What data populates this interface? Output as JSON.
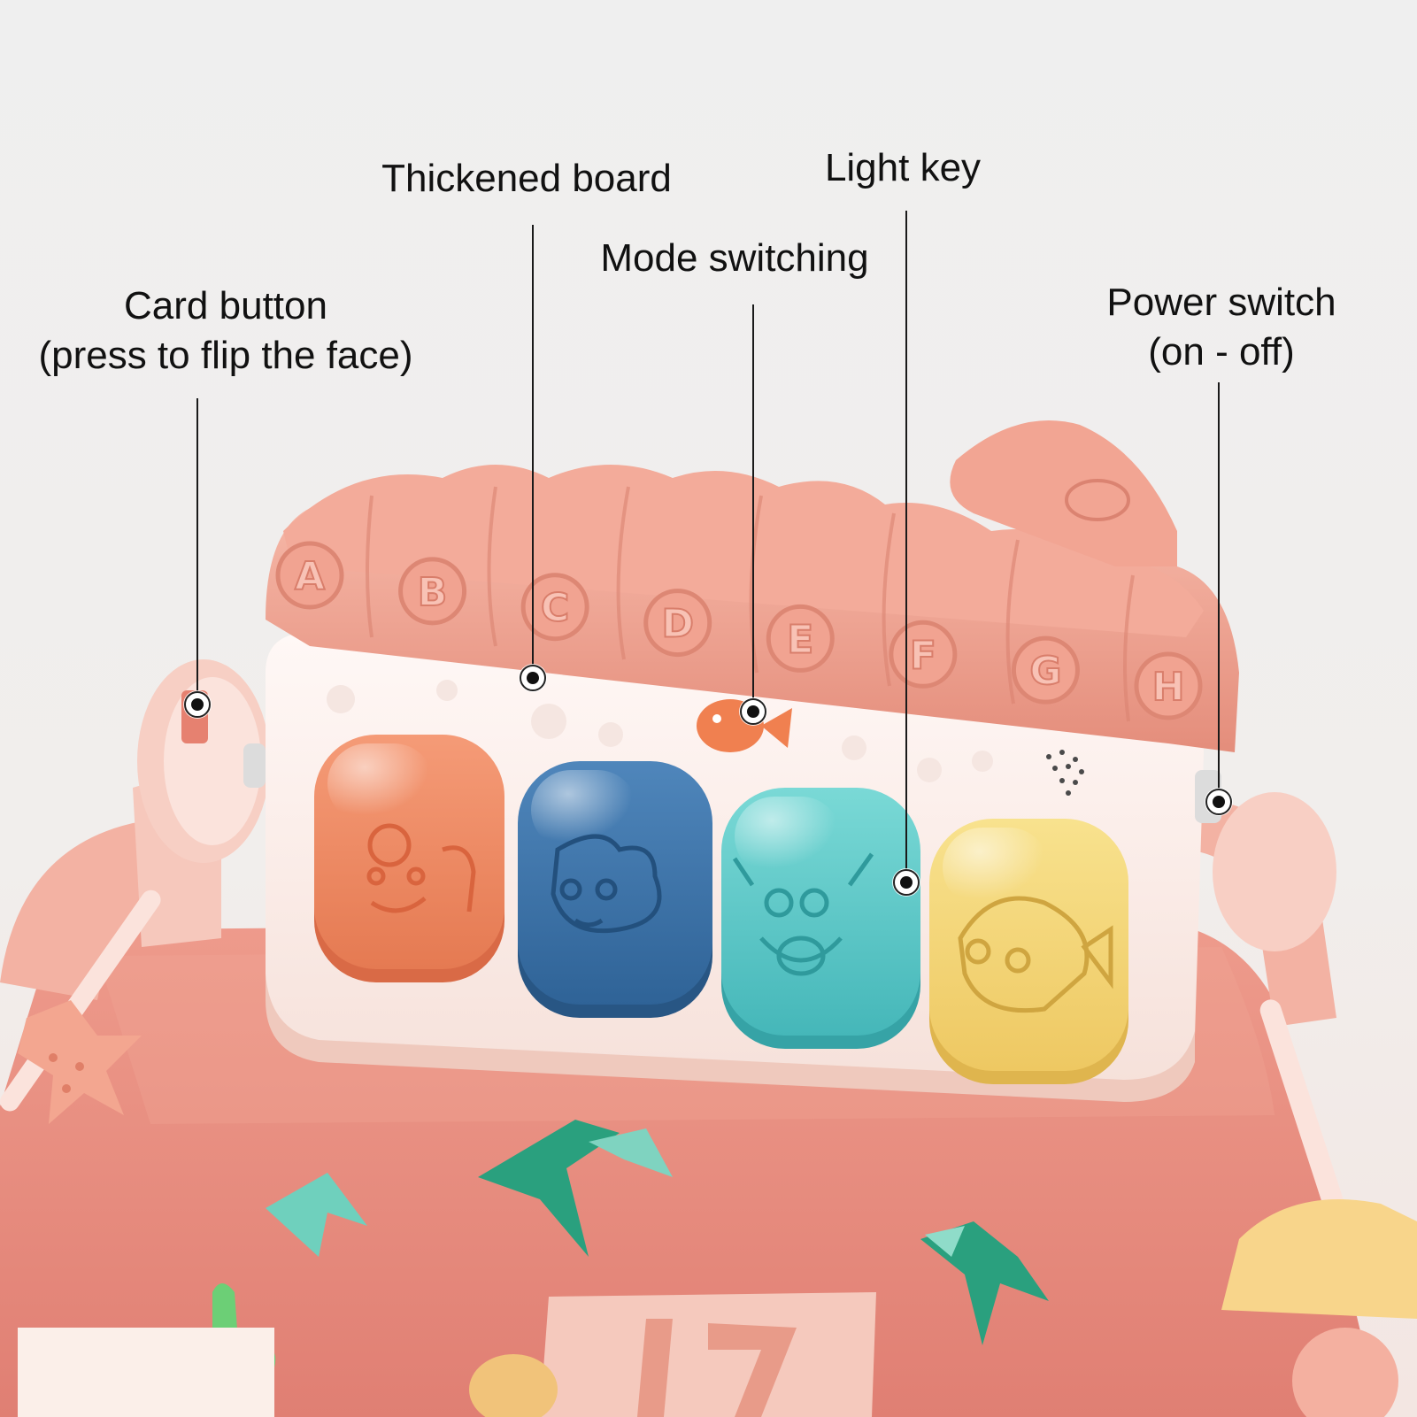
{
  "callouts": {
    "card_button": {
      "line1": "Card button",
      "line2": "(press to flip the face)"
    },
    "thickened_board": {
      "text": "Thickened board"
    },
    "mode_switching": {
      "text": "Mode switching"
    },
    "light_key": {
      "text": "Light key"
    },
    "power_switch": {
      "line1": "Power switch",
      "line2": "(on - off)"
    }
  },
  "piano_keys": [
    "A",
    "B",
    "C",
    "D",
    "E",
    "F",
    "G",
    "H"
  ],
  "colors": {
    "background_top": "#eeeeee",
    "roof": "#ec9d8c",
    "body": "#fbeee9",
    "button_orange": "#ef8a63",
    "button_blue": "#3e73a8",
    "button_teal": "#5cc8c8",
    "button_yellow": "#f3d77a",
    "mat": "#e68a7e",
    "leaf": "#2aa07e"
  },
  "icons": [
    "octopus-face-icon",
    "starfish-face-icon",
    "crab-face-icon",
    "fish-face-icon"
  ]
}
